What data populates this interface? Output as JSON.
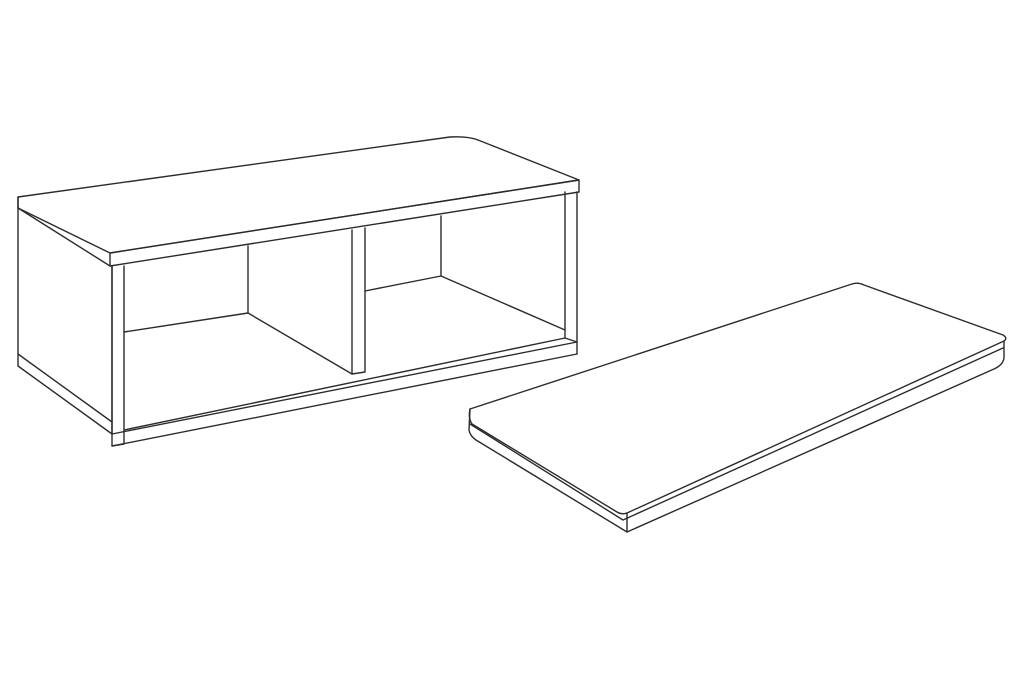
{
  "illustration": {
    "objects": [
      "storage-bench-cubby-unit",
      "seat-cushion"
    ],
    "cubby_compartments": 2,
    "style": "black line drawing on white background",
    "colors": {
      "background": "#ffffff",
      "line": "#2b2b2b"
    }
  }
}
